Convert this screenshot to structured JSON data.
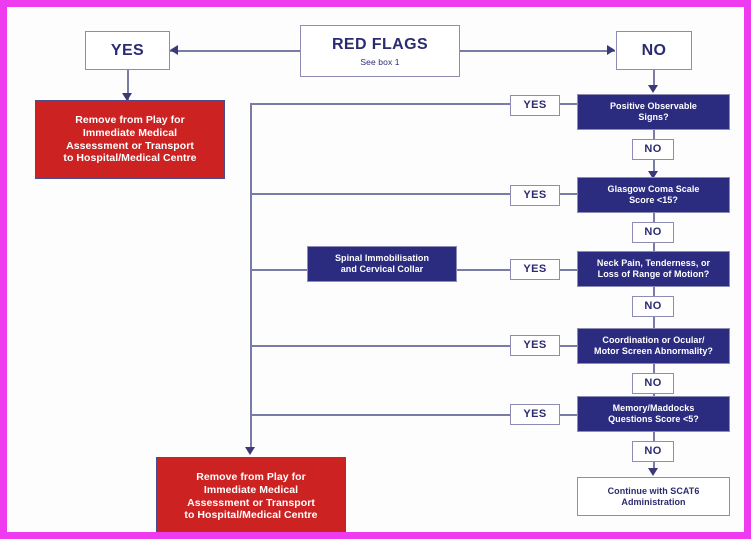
{
  "diagram": {
    "title": "Red Flags Concussion Triage Flowchart",
    "border_color": "#ef3bef",
    "navy_fill": "#2b2b80",
    "red_fill": "#cc2222",
    "line_color": "#7b7ba8"
  },
  "nodes": {
    "red_flags": {
      "title": "RED FLAGS",
      "subtitle": "See box 1"
    },
    "yes_top": "YES",
    "no_top": "NO",
    "remove_top": {
      "line1": "Remove from Play for",
      "line2": "Immediate Medical",
      "line3": "Assessment or Transport",
      "line4": "to Hospital/Medical Centre"
    },
    "remove_bottom": {
      "line1": "Remove from Play for",
      "line2": "Immediate Medical",
      "line3": "Assessment or Transport",
      "line4": "to Hospital/Medical Centre"
    },
    "spinal": {
      "line1": "Spinal Immobilisation",
      "line2": "and Cervical Collar"
    },
    "continue": {
      "line1": "Continue with SCAT6",
      "line2": "Administration"
    }
  },
  "questions": [
    {
      "id": "positive-observable-signs",
      "line1": "Positive Observable",
      "line2": "Signs?",
      "yes_label": "YES",
      "no_label": "NO"
    },
    {
      "id": "glasgow-coma-scale",
      "line1": "Glasgow Coma Scale",
      "line2": "Score <15?",
      "yes_label": "YES",
      "no_label": "NO"
    },
    {
      "id": "neck-pain",
      "line1": "Neck Pain, Tenderness, or",
      "line2": "Loss of Range of Motion?",
      "yes_label": "YES",
      "no_label": "NO"
    },
    {
      "id": "coordination-ocular",
      "line1": "Coordination or Ocular/",
      "line2": "Motor Screen Abnormality?",
      "yes_label": "YES",
      "no_label": "NO"
    },
    {
      "id": "memory-maddocks",
      "line1": "Memory/Maddocks",
      "line2": "Questions Score <5?",
      "yes_label": "YES",
      "no_label": "NO"
    }
  ]
}
